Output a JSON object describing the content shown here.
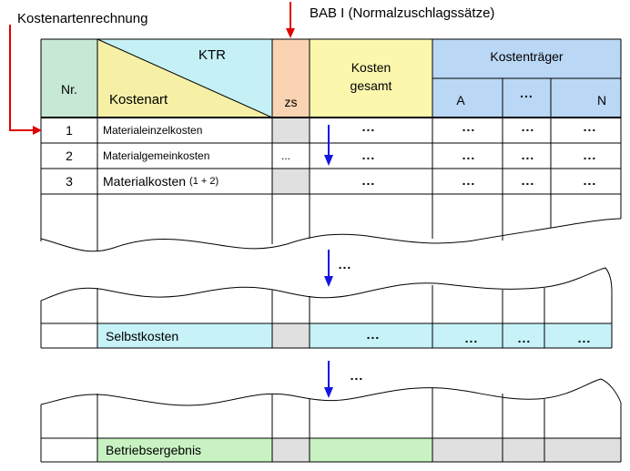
{
  "title_left": "Kostenartenrechnung",
  "title_right": "BAB I (Normalzuschlagssätze)",
  "header": {
    "nr": "Nr.",
    "ktr": "KTR",
    "kostenart": "Kostenart",
    "zs": "zs",
    "kosten_gesamt_line1": "Kosten",
    "kosten_gesamt_line2": "gesamt",
    "kostentraeger": "Kostenträger",
    "sub_a": "A",
    "sub_dots": "...",
    "sub_n": "N"
  },
  "rows": [
    {
      "nr": "1",
      "kostenart": "Materialeinzelkosten",
      "zs": "",
      "gesamt": "...",
      "a": "...",
      "m": "...",
      "n": "..."
    },
    {
      "nr": "2",
      "kostenart": "Materialgemeinkosten",
      "zs": "...",
      "gesamt": "...",
      "a": "...",
      "m": "...",
      "n": "..."
    },
    {
      "nr": "3",
      "kostenart": "Materialkosten",
      "kostenart_suffix": "(1 + 2)",
      "zs": "",
      "gesamt": "...",
      "a": "...",
      "m": "...",
      "n": "..."
    }
  ],
  "ellipsis_1": "...",
  "ellipsis_2": "...",
  "selbstkosten": {
    "label": "Selbstkosten",
    "gesamt": "...",
    "a": "...",
    "m": "...",
    "n": "..."
  },
  "betriebsergebnis": {
    "label": "Betriebsergebnis"
  },
  "colors": {
    "nr_header": "#c6e8d4",
    "ktr_triangle": "#c5f0f5",
    "kostenart_triangle": "#f5f0a6",
    "zs_header": "#f9d3b2",
    "kosten_gesamt": "#fbf7ad",
    "kostentraeger": "#bad7f5",
    "grey_cell": "#e0e0e0",
    "selbstkosten": "#c6f2f8",
    "betriebsergebnis": "#c8f2c2",
    "arrow_red": "#e00000",
    "arrow_blue": "#1515e0"
  }
}
